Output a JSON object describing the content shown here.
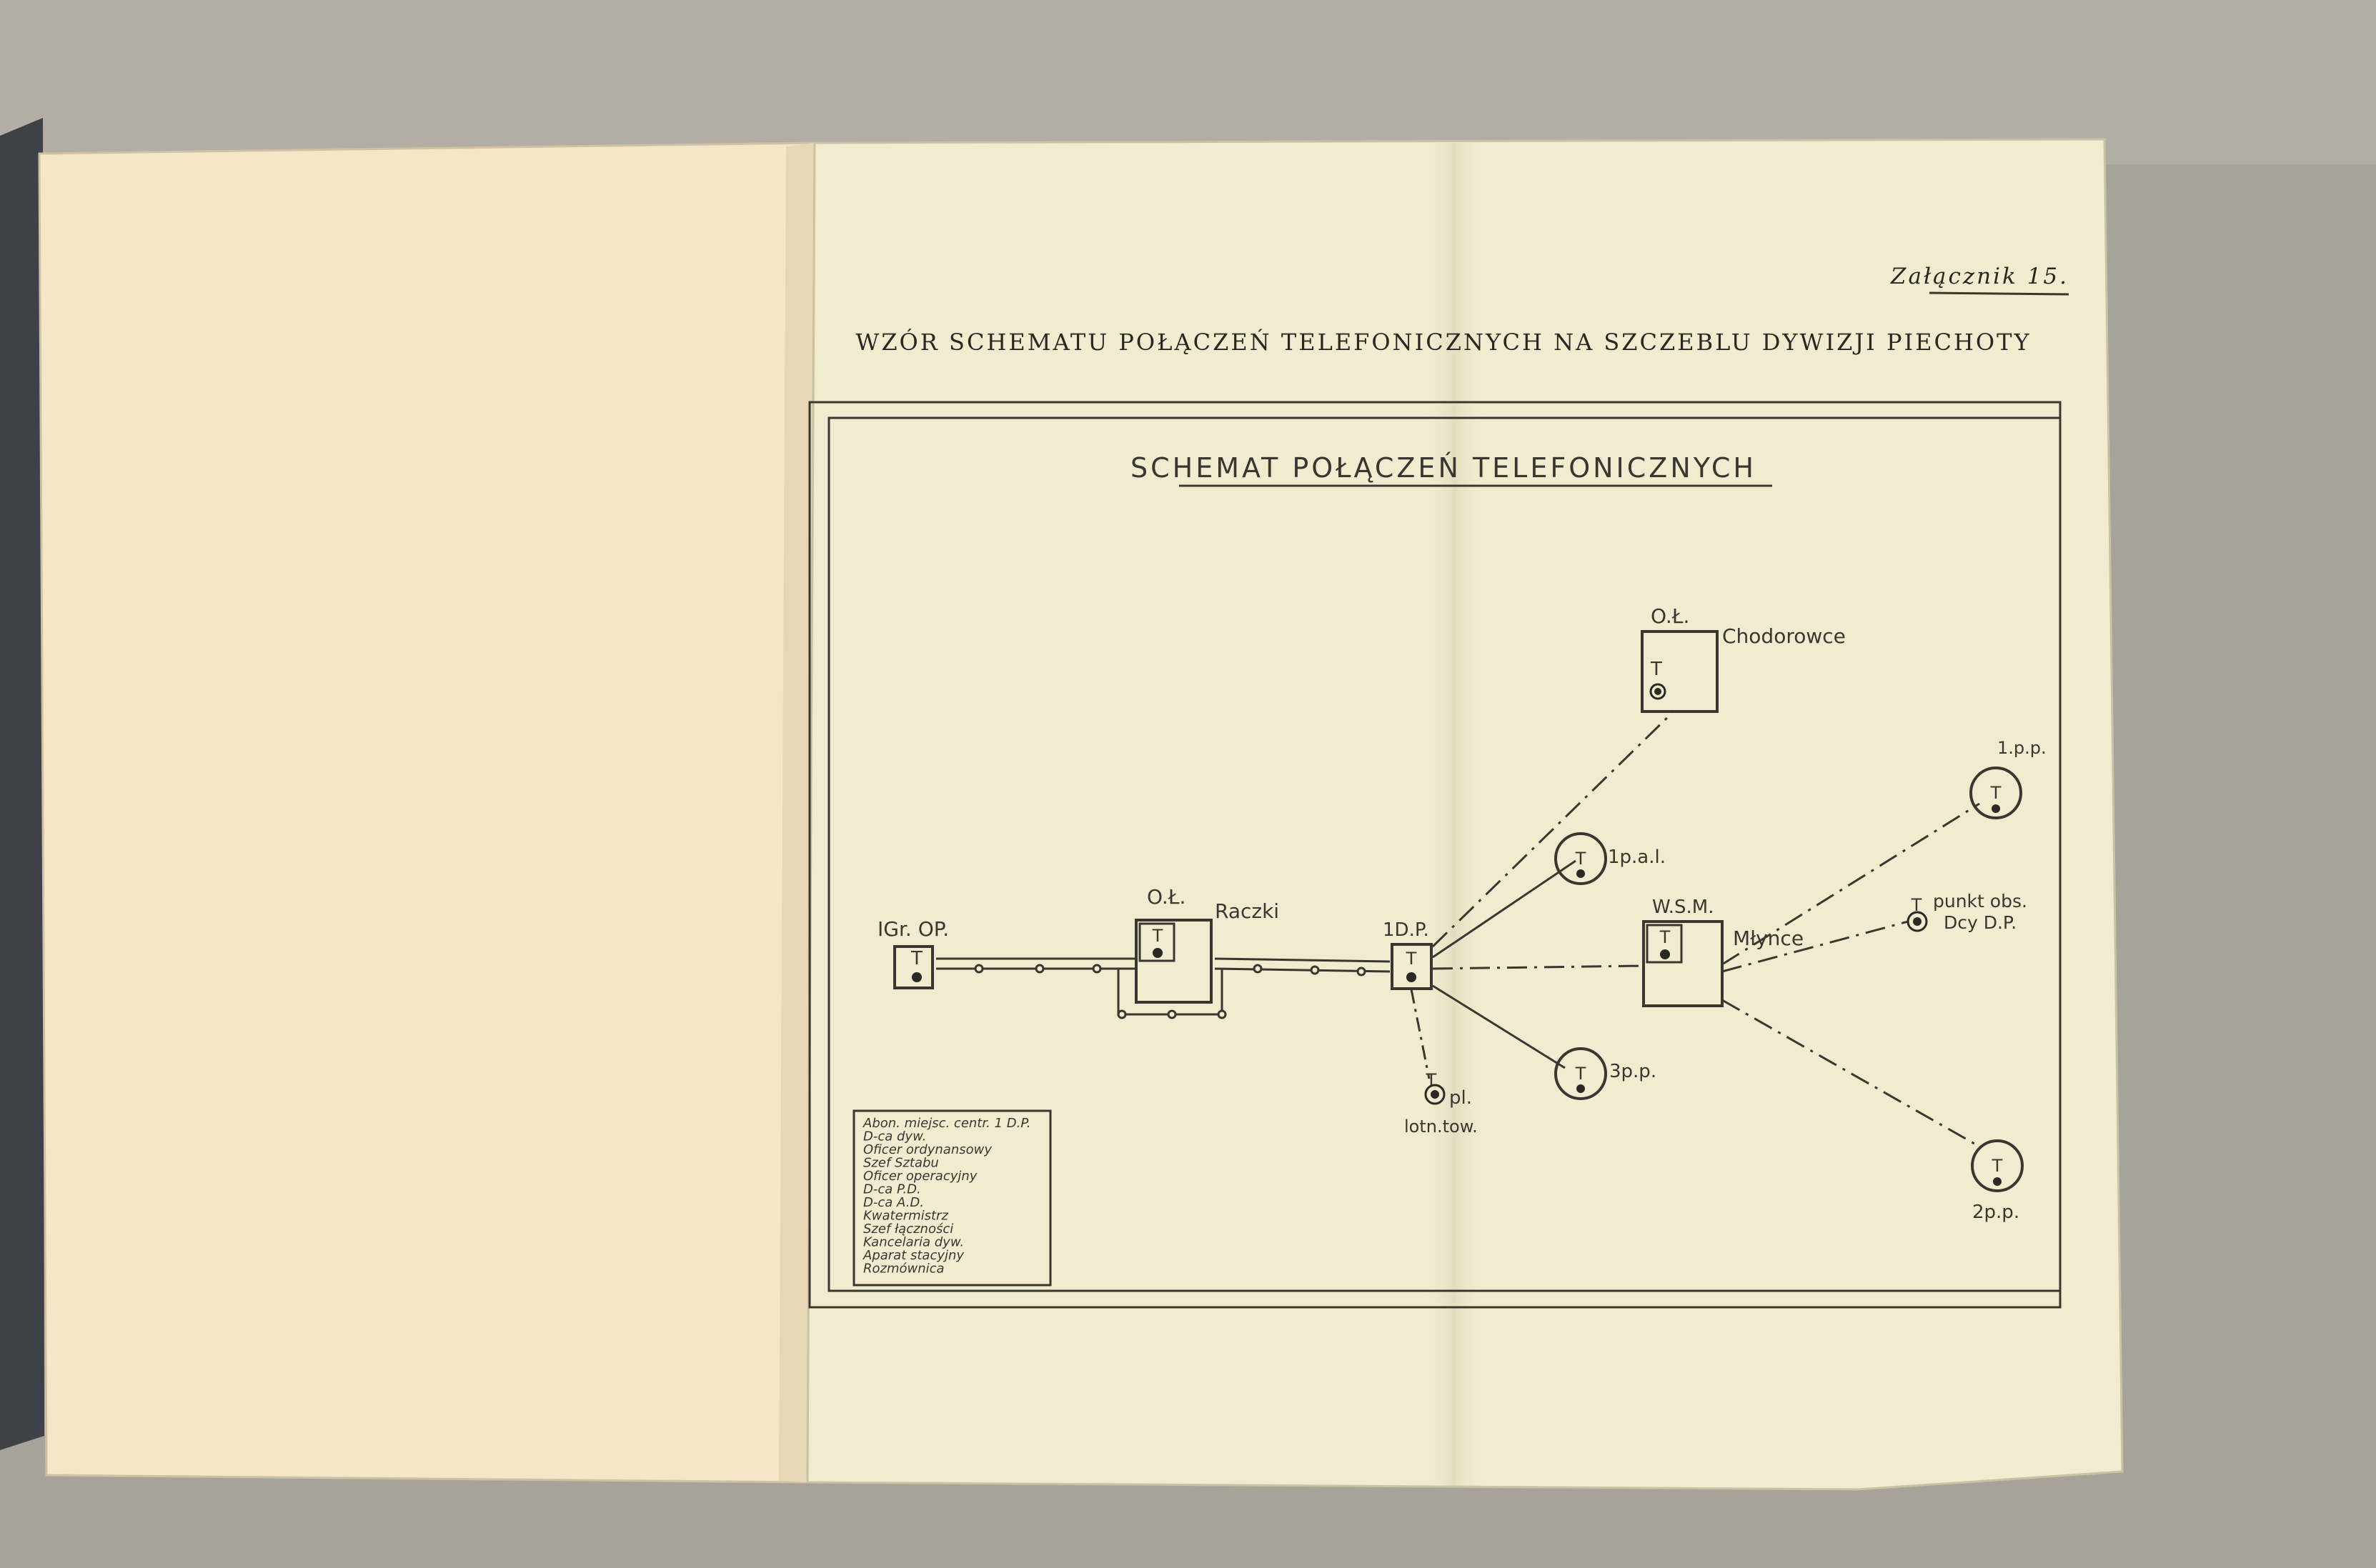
{
  "page": {
    "annex_label": "Załącznik 15.",
    "main_title": "WZÓR SCHEMATU POŁĄCZEŃ TELEFONICZNYCH NA SZCZEBLU DYWIZJI PIECHOTY"
  },
  "diagram": {
    "title": "SCHEMAT POŁĄCZEŃ TELEFONICZNYCH",
    "nodes": {
      "igr": {
        "label": "IGr. OP."
      },
      "ol_raczki": {
        "label": "O.Ł.",
        "place": "Raczki"
      },
      "dp1": {
        "label": "1D.P."
      },
      "ol_chodorowce": {
        "label": "O.Ł.",
        "place": "Chodorowce"
      },
      "pal1": {
        "label": "1p.a.l."
      },
      "pp3": {
        "label": "3p.p."
      },
      "pl": {
        "label": "pl.",
        "label2": "lotn.tow."
      },
      "wsm": {
        "label": "W.S.M.",
        "place": "Młynce"
      },
      "pp1": {
        "label": "1.p.p."
      },
      "obs": {
        "label": "punkt obs.",
        "label2": "Dcy D.P."
      },
      "pp2": {
        "label": "2p.p."
      }
    },
    "legend": {
      "lines": [
        "Abon. miejsc. centr. 1 D.P.",
        "D-ca dyw.",
        "Oficer ordynansowy",
        "Szef Sztabu",
        "Oficer operacyjny",
        "D-ca P.D.",
        "D-ca A.D.",
        "Kwatermistrz",
        "Szef łączności",
        "Kancelaria dyw.",
        "Aparat stacyjny",
        "Rozmównica"
      ]
    }
  }
}
